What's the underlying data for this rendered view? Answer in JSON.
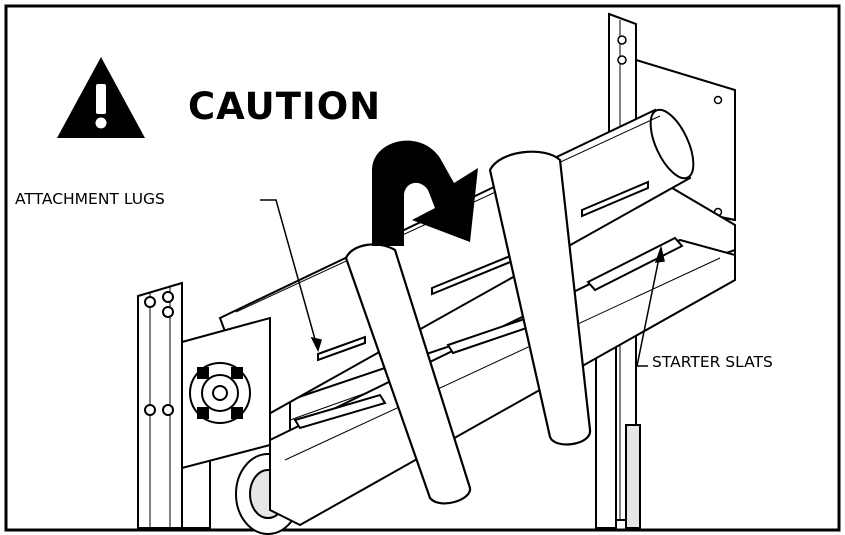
{
  "caution": {
    "heading": "CAUTION",
    "icon": "warning-triangle-icon"
  },
  "callouts": {
    "attachment_lugs": "ATTACHMENT LUGS",
    "starter_slats": "STARTER SLATS"
  },
  "colors": {
    "ink": "#000000",
    "paper": "#ffffff",
    "shade": "#e6e6e6"
  }
}
